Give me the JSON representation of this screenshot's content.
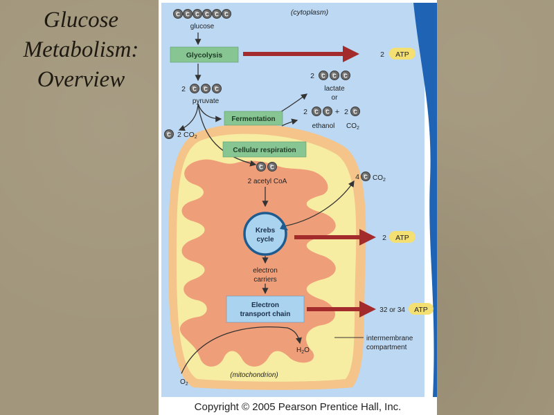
{
  "slide": {
    "title_lines": [
      "Glucose",
      "Metabolism:",
      "Overview"
    ]
  },
  "figure": {
    "cytoplasm_label": "(cytoplasm)",
    "mitochondrion_label": "(mitochondrion)",
    "glucose_label": "glucose",
    "glycolysis_label": "Glycolysis",
    "glycolysis_atp_count": "2",
    "pyruvate_count": "2",
    "pyruvate_label": "pyruvate",
    "lactate_count": "2",
    "lactate_label": "lactate",
    "or_label": "or",
    "ethanol_count": "2",
    "plus_label": "+",
    "co2_ferment_count": "2",
    "ethanol_label": "ethanol",
    "fermentation_label": "Fermentation",
    "co2_pyruvate_count": "2",
    "cellular_respiration_label": "Cellular respiration",
    "acetyl_coa_label": "2 acetyl CoA",
    "co2_krebs_count": "4",
    "krebs_label_line1": "Krebs",
    "krebs_label_line2": "cycle",
    "krebs_atp_count": "2",
    "electron_carriers_line1": "electron",
    "electron_carriers_line2": "carriers",
    "etc_label_line1": "Electron",
    "etc_label_line2": "transport chain",
    "etc_atp_count": "32 or 34",
    "intermembrane_line1": "intermembrane",
    "intermembrane_line2": "compartment",
    "water_label": "H",
    "water_sub": "2",
    "water_suffix": "O",
    "oxygen_label": "O",
    "oxygen_sub": "2",
    "atp_label": "ATP",
    "co2_text": "CO",
    "co2_sub": "2",
    "carbon_symbol": "C",
    "copyright": "Copyright © 2005 Pearson Prentice Hall, Inc."
  },
  "colors": {
    "cytoplasm": "#bcd8f2",
    "membrane_edge": "#1f63b4",
    "outer_membrane": "#f4c48a",
    "intermembrane": "#f7eda2",
    "matrix": "#ef9e7a",
    "arrow_red": "#a32b2b",
    "atp_badge": "#f3df72",
    "green_box": "#87c693",
    "blue_box": "#a9d3ef",
    "carbon": "#6a6a6a"
  }
}
